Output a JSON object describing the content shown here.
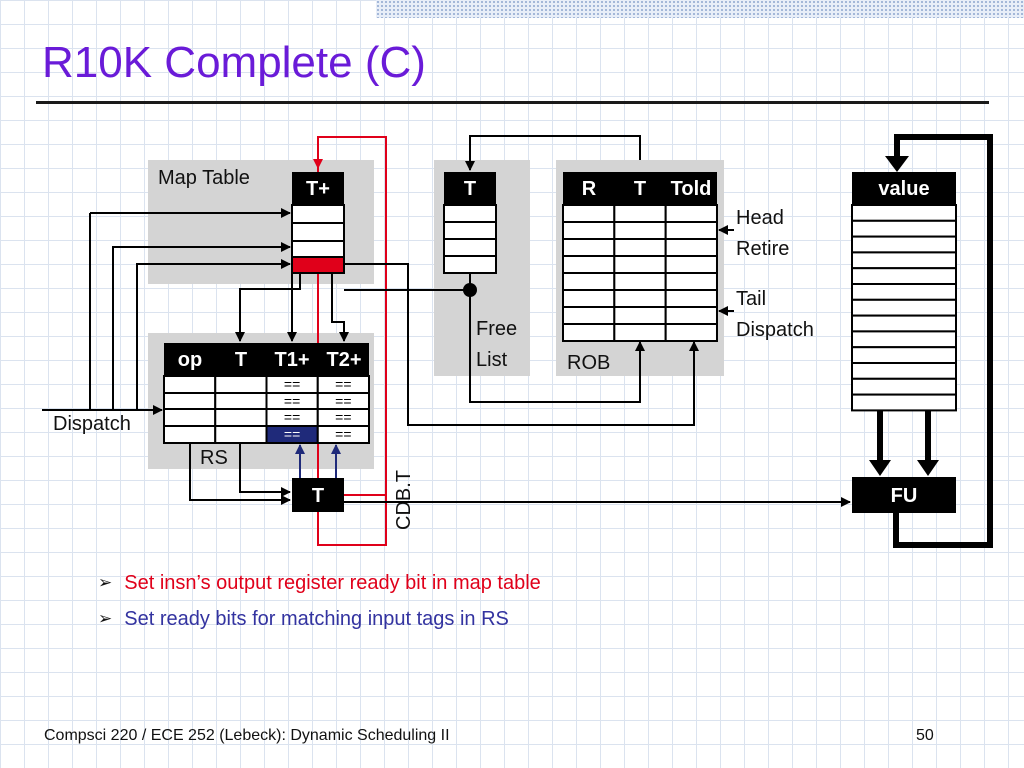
{
  "title": "R10K Complete (C)",
  "map_table": {
    "label": "Map Table",
    "header": "T+"
  },
  "free_list": {
    "header": "T",
    "label_line1": "Free",
    "label_line2": "List"
  },
  "rob": {
    "headers": [
      "R",
      "T",
      "Told"
    ],
    "label": "ROB",
    "head_line1": "Head",
    "head_line2": "Retire",
    "tail_line1": "Tail",
    "tail_line2": "Dispatch"
  },
  "rs": {
    "headers": [
      "op",
      "T",
      "T1+",
      "T2+"
    ],
    "label": "RS",
    "ready_mark": "=="
  },
  "dispatch_label": "Dispatch",
  "cdb_label": "CDB.T",
  "cdb_tag": "T",
  "regfile_header": "value",
  "fu_label": "FU",
  "bullets": [
    "Set insn’s output register ready bit in map table",
    "Set ready bits for matching input tags in RS"
  ],
  "footer": {
    "course": "Compsci 220 / ECE 252 (Lebeck): Dynamic Scheduling II",
    "page": "50"
  },
  "colors": {
    "title": "#6a1bd8",
    "cdb_red": "#e0001a",
    "rs_blue": "#1f2a7a",
    "panel_gray": "#d4d4d4"
  }
}
